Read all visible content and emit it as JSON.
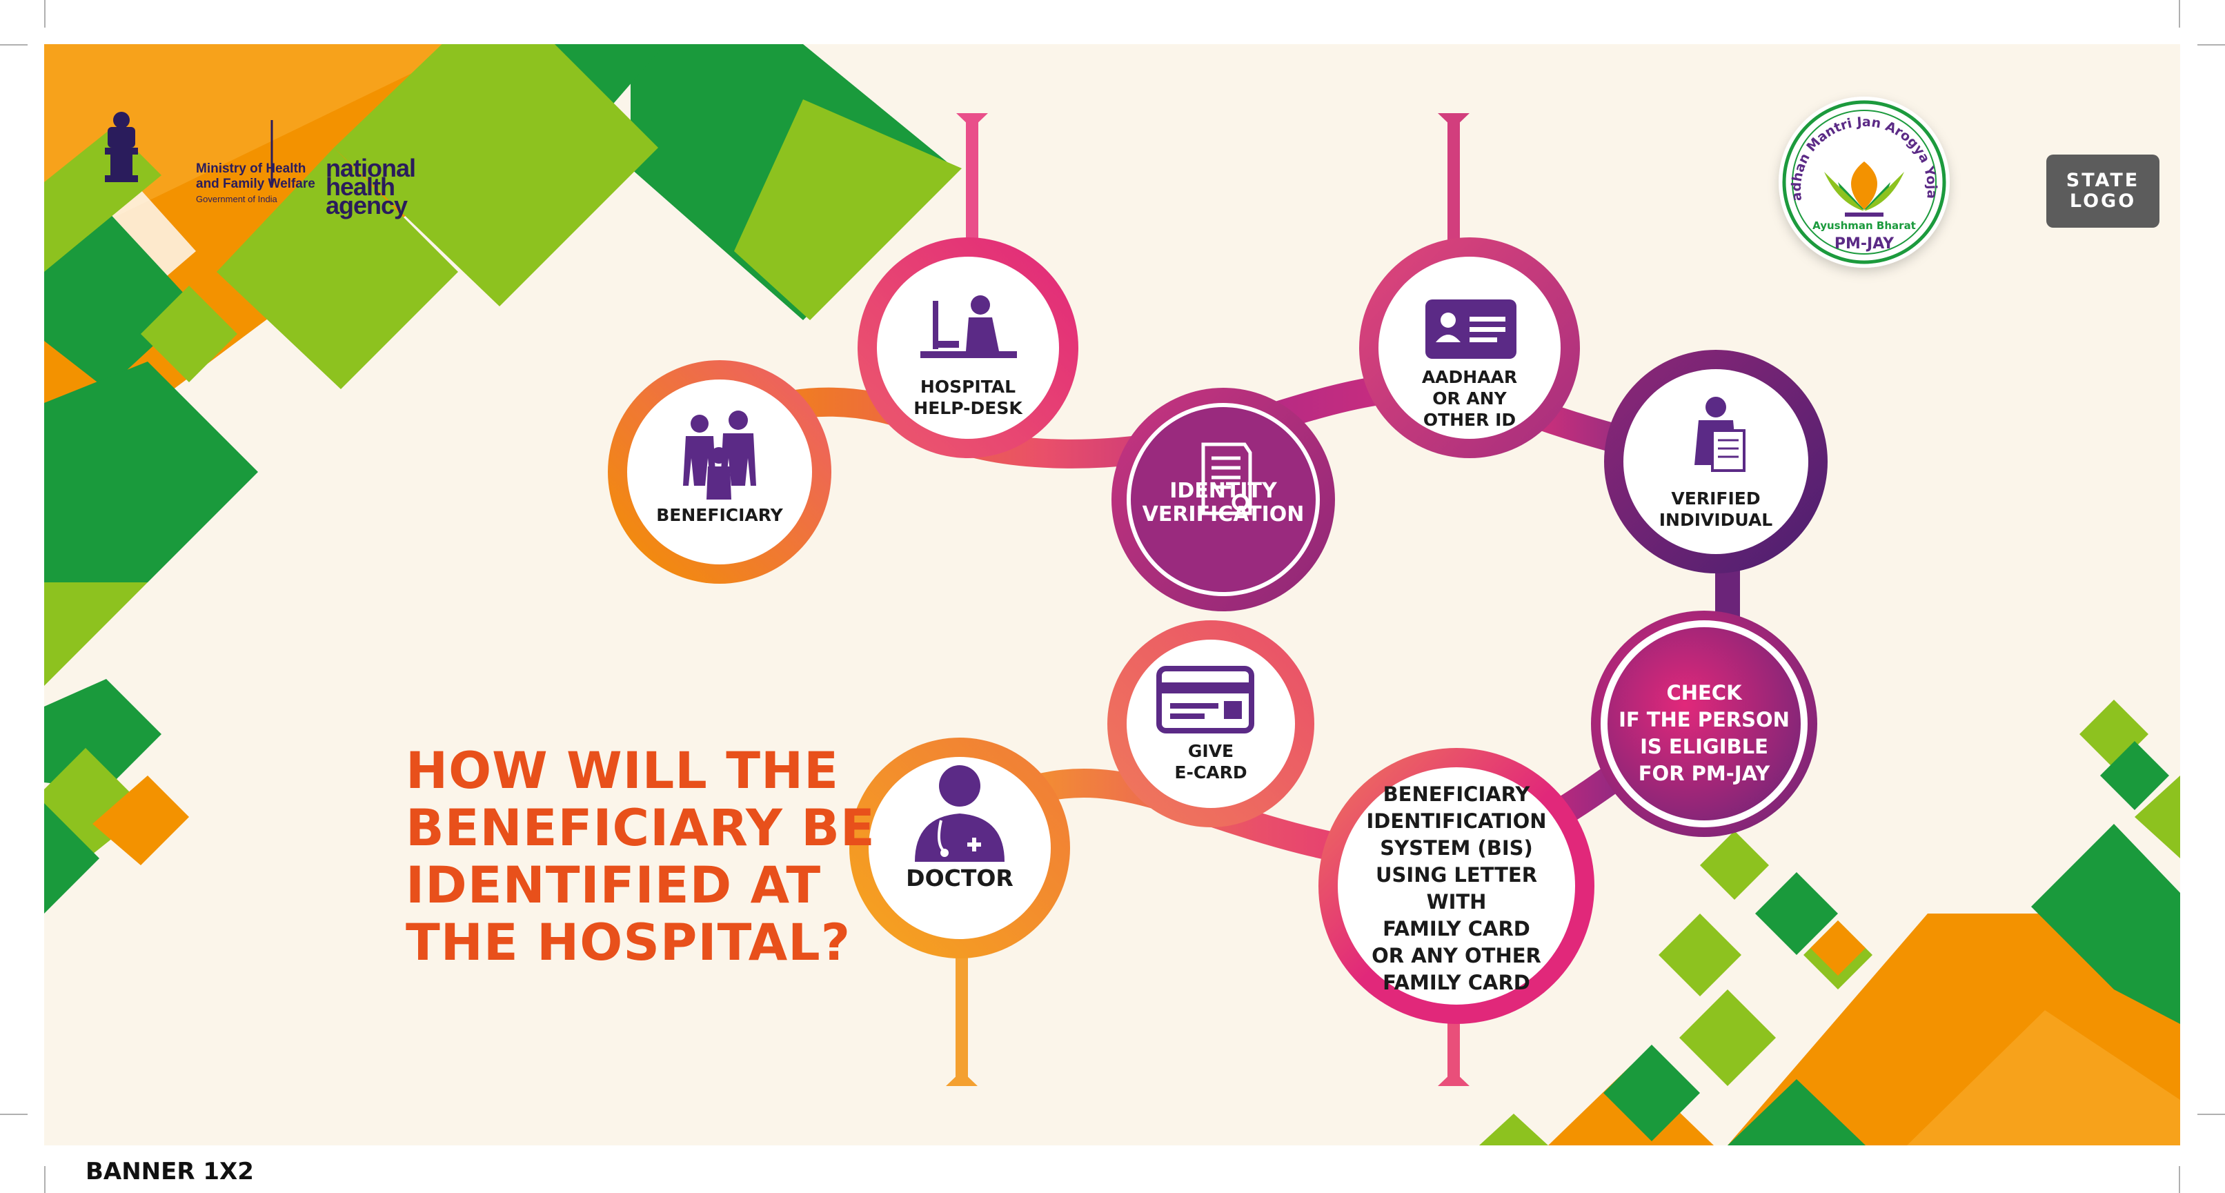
{
  "header": {
    "ministry_line1": "Ministry of Health",
    "ministry_line2": "and Family Welfare",
    "ministry_line3": "Government of India",
    "nha_line1": "national",
    "nha_line2": "health",
    "nha_line3": "agency"
  },
  "pmjay_logo": {
    "arc_text": "Pradhan Mantri Jan Arogya Yojana",
    "sub_text": "Ayushman Bharat",
    "name": "PM-JAY"
  },
  "state_logo": {
    "line1": "STATE",
    "line2": "LOGO"
  },
  "headline": {
    "line1": "HOW WILL THE",
    "line2": "BENEFICIARY BE",
    "line3": "IDENTIFIED AT",
    "line4": "THE HOSPITAL?"
  },
  "steps": {
    "beneficiary": {
      "line1": "BENEFICIARY",
      "icon": "family-icon"
    },
    "helpdesk": {
      "line1": "HOSPITAL",
      "line2": "HELP-DESK",
      "icon": "helpdesk-icon"
    },
    "identity": {
      "line1": "IDENTITY",
      "line2": "VERIFICATION",
      "icon": "document-icon"
    },
    "aadhaar": {
      "line1": "AADHAAR",
      "line2": "OR ANY",
      "line3": "OTHER ID",
      "icon": "id-card-icon"
    },
    "verified": {
      "line1": "VERIFIED",
      "line2": "INDIVIDUAL",
      "icon": "officer-icon"
    },
    "check": {
      "line1": "CHECK",
      "line2": "IF THE PERSON",
      "line3": "IS ELIGIBLE",
      "line4": "FOR PM-JAY"
    },
    "bis": {
      "line1": "BENEFICIARY",
      "line2": "IDENTIFICATION",
      "line3": "SYSTEM (BIS)",
      "line4": "USING LETTER WITH",
      "line5": "FAMILY CARD",
      "line6": "OR ANY OTHER",
      "line7": "FAMILY CARD"
    },
    "ecard": {
      "line1": "GIVE",
      "line2": "E-CARD",
      "icon": "e-card-icon"
    },
    "doctor": {
      "line1": "DOCTOR",
      "icon": "doctor-icon"
    }
  },
  "footer": {
    "label": "BANNER 1X2"
  },
  "colors": {
    "orange": "#f39200",
    "green": "#1a9a3c",
    "lime": "#8dc21f",
    "headline": "#e8501b",
    "purple": "#5b2a86",
    "magenta": "#e1287a",
    "amber": "#f6a51d",
    "cream": "#fbf5ea"
  }
}
